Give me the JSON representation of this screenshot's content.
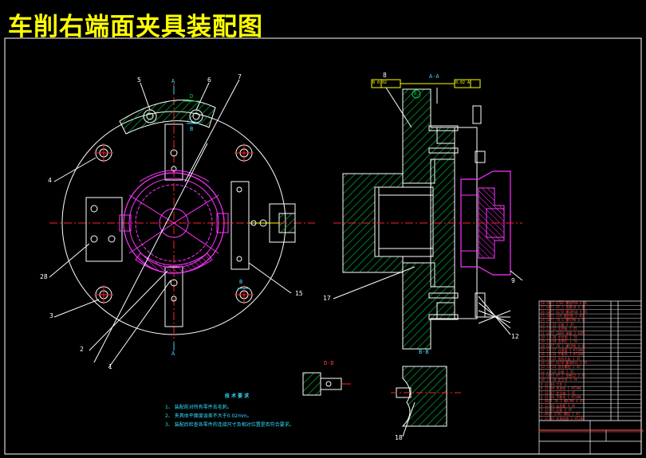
{
  "title": "车削右端面夹具装配图",
  "callouts": [
    "5",
    "6",
    "7",
    "4",
    "28",
    "3",
    "2",
    "1",
    "8",
    "17",
    "9",
    "12",
    "15",
    "18"
  ],
  "section_labels": {
    "d_arrow": "D",
    "b_arrow": "B",
    "a_top": "A",
    "a_bottom": "A",
    "bb_view": "B-B",
    "dd_view": "D-D",
    "a_a": "A-A"
  },
  "tolerance_frames": {
    "left": "B 0.02",
    "right": "0.02 A",
    "datum": "B"
  },
  "tech_notes": {
    "heading": "技 术 要 求",
    "items": [
      "1、  装配前对所有零件去毛刺。",
      "2、  夹具体平面度误差不大于0.02mm。",
      "3、  装配后检查各零件的连接尺寸及相对位置是否符合要求。"
    ]
  },
  "bom_rows": [
    "28  GB/T 5782  螺栓M10  4  45",
    "27  GB/T 97.1  垫圈10   4  45",
    "26  GB/T 6170  螺母M10  4  45",
    "25  GB/T 119   圆柱销   2  45",
    "24  GB/T 70.1  螺钉M8   6  45",
    "23  JJ-23      压板     2  45",
    "22  JJ-22      支承板   2  45",
    "21  GB/T 2089  弹簧     2  65Mn",
    "20  JJ-20      定位销   1  T8",
    "19  JJ-19      支承钉   3  T8",
    "18  GB/T 70.1  螺钉M6   4  45",
    "17  JJ-17      过渡盘   1  HT200",
    "16  JJ-16      平衡块   1  HT200",
    "15  JJ-15      钩形压板 1  45",
    "14  GB/T 6170  螺母M12  2  45",
    "13  JJ-13      双头螺柱 2  45",
    "12  JJ-12      压板     2  45",
    "11  GB/T 97.1  垫圈12   2  45",
    "10  JJ-10      定位块   1  T8",
    "9   JJ-09      工件     1  ",
    "8   JJ-08      夹具体   1  HT200",
    "7   JJ-07      定位轴   1  45",
    "6   JJ-06      平衡块   1  HT200",
    "5   GB/T 70.1  螺钉M8   4  45",
    "4   JJ-04      支承套   4  45",
    "3   JJ-03      压板     2  45",
    "2   GB/T 5782  螺栓     2  45",
    "1   JJ-01      夹具底座 1  HT200"
  ],
  "colors": {
    "background": "#000000",
    "outline": "#ffffff",
    "hatch": "#00cc44",
    "workpiece": "#ff33ff",
    "centerline": "#ff2020",
    "notes": "#33ddff",
    "title": "#ffff00",
    "dimension": "#ff4040"
  }
}
